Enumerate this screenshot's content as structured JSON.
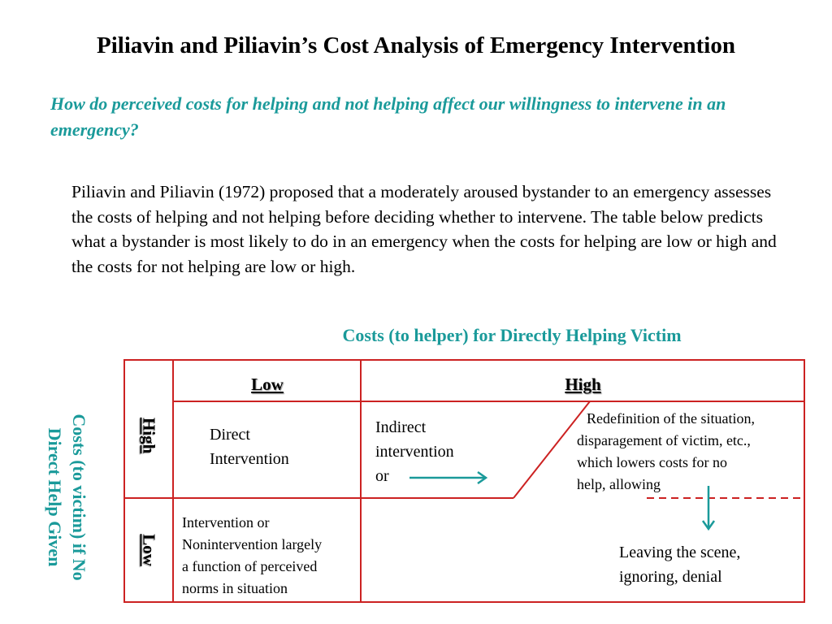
{
  "slide": {
    "title": "Piliavin and Piliavin’s Cost Analysis of Emergency Intervention",
    "question": "How do perceived costs for helping and not helping affect our willingness to intervene in an emergency?",
    "intro": "Piliavin and Piliavin (1972) proposed that a moderately aroused bystander to an emergency assesses the costs of helping and not helping before deciding whether to intervene.  The table below predicts what a bystander is most likely to do in an emergency when the costs for helping are low or high and the costs for not helping are low or high."
  },
  "table": {
    "axis_top": "Costs (to helper) for Directly Helping Victim",
    "axis_side_line1": "Costs (to victim) if No",
    "axis_side_line2": "Direct Help Given",
    "col_low": "Low",
    "col_high": "High",
    "row_high": "High",
    "row_low": "Low",
    "cell_high_low_line1": "Direct",
    "cell_high_low_line2": "Intervention",
    "cell_high_high_left_line1": "Indirect",
    "cell_high_high_left_line2": "intervention",
    "cell_high_high_left_line3": "or",
    "cell_high_high_right_line1": "Redefinition of the situation,",
    "cell_high_high_right_line2": "disparagement of victim, etc.,",
    "cell_high_high_right_line3": "which lowers costs for no",
    "cell_high_high_right_line4": "help, allowing",
    "cell_low_low_line1": "Intervention or",
    "cell_low_low_line2": "Nonintervention largely",
    "cell_low_low_line3": "a function of perceived",
    "cell_low_low_line4": "norms in situation",
    "cell_low_high_line1": "Leaving the scene,",
    "cell_low_high_line2": "ignoring, denial"
  },
  "colors": {
    "accent_teal": "#1a9a9a",
    "grid_red": "#cc2222"
  }
}
